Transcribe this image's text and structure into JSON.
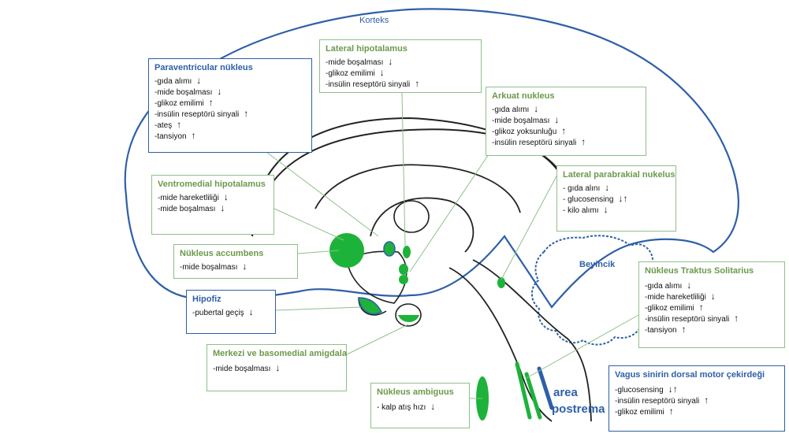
{
  "labels": {
    "korteks": "Korteks",
    "beyincik": "Beyincik",
    "area_postrema_1": "area",
    "area_postrema_2": "postrema"
  },
  "colors": {
    "blue": "#2e5fa8",
    "green": "#1db33a",
    "box_green": "#8fbf8a",
    "title_green": "#6b9a4a"
  },
  "boxes": {
    "paraventricular": {
      "title": "Paraventricular nükleus",
      "items": [
        {
          "text": "-gıda alımı",
          "arrow": "↓"
        },
        {
          "text": "-mide boşalması",
          "arrow": "↓"
        },
        {
          "text": "-glikoz emilimi",
          "arrow": "↑"
        },
        {
          "text": "-insülin reseptörü sinyali",
          "arrow": "↑"
        },
        {
          "text": "-ateş",
          "arrow": "↑"
        },
        {
          "text": "-tansiyon",
          "arrow": "↑"
        }
      ]
    },
    "lateral_hipotalamus": {
      "title": "Lateral hipotalamus",
      "items": [
        {
          "text": "-mide boşalması",
          "arrow": "↓"
        },
        {
          "text": "-glikoz emilimi",
          "arrow": "↓"
        },
        {
          "text": "-insülin reseptörü sinyali",
          "arrow": "↑"
        }
      ]
    },
    "arkuat": {
      "title": "Arkuat nukleus",
      "items": [
        {
          "text": "-gıda alımı",
          "arrow": "↓"
        },
        {
          "text": "-mide boşalması",
          "arrow": "↓"
        },
        {
          "text": "-glikoz yoksunluğu",
          "arrow": "↑"
        },
        {
          "text": "-insülin reseptörü sinyali",
          "arrow": "↑"
        }
      ]
    },
    "lateral_parabrakial": {
      "title": "Lateral parabrakial nukelus",
      "items": [
        {
          "text": "- gıda alını",
          "arrow": "↓"
        },
        {
          "text": "- glucosensing",
          "arrow": "↓↑"
        },
        {
          "text": "- kilo alımı",
          "arrow": "↓"
        }
      ]
    },
    "ventromedial": {
      "title": "Ventromedial hipotalamus",
      "items": [
        {
          "text": "-mide hareketliliği",
          "arrow": "↓"
        },
        {
          "text": "-mide boşalması",
          "arrow": "↓"
        }
      ]
    },
    "accumbens": {
      "title": "Nükleus accumbens",
      "items": [
        {
          "text": "-mide boşalması",
          "arrow": "↓"
        }
      ]
    },
    "hipofiz": {
      "title": "Hipofiz",
      "items": [
        {
          "text": "-pubertal geçiş",
          "arrow": "↓"
        }
      ]
    },
    "amigdala": {
      "title": "Merkezi ve basomedial amigdala",
      "items": [
        {
          "text": "-mide boşalması",
          "arrow": "↓"
        }
      ]
    },
    "ambiguus": {
      "title": "Nükleus ambiguus",
      "items": [
        {
          "text": "- kalp atış hızı",
          "arrow": "↓"
        }
      ]
    },
    "solitarius": {
      "title": "Nükleus Traktus Solitarius",
      "items": [
        {
          "text": "-gıda alımı",
          "arrow": "↓"
        },
        {
          "text": "-mide hareketliliği",
          "arrow": "↓"
        },
        {
          "text": "-glikoz emilimi",
          "arrow": "↑"
        },
        {
          "text": "-insülin reseptörü sinyali",
          "arrow": "↑"
        },
        {
          "text": "-tansiyon",
          "arrow": "↑"
        }
      ]
    },
    "vagus": {
      "title": "Vagus sinirin dorsal motor çekirdeği",
      "items": [
        {
          "text": "-glucosensing",
          "arrow": "↓↑"
        },
        {
          "text": "-insülin reseptörü sinyali",
          "arrow": "↑"
        },
        {
          "text": "-glikoz emilimi",
          "arrow": "↑"
        }
      ]
    }
  }
}
